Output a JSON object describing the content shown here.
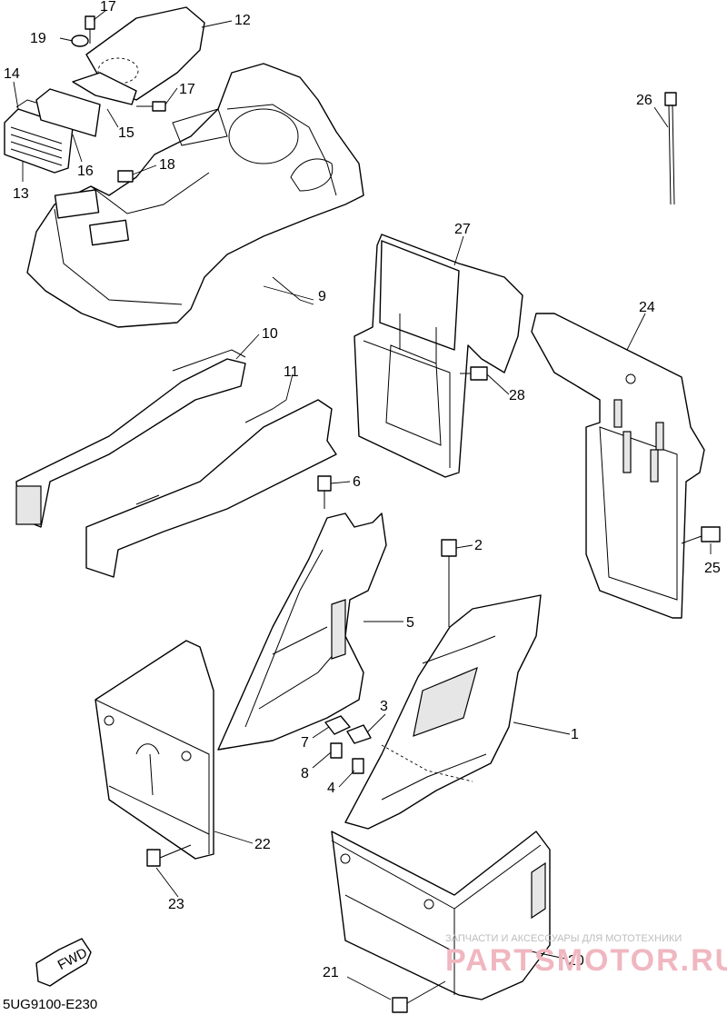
{
  "diagram": {
    "reference_code": "5UG9100-E230",
    "direction_label": "FWD",
    "watermark": {
      "tagline": "ЗАПЧАСТИ И АКСЕССУАРЫ ДЛЯ МОТОТЕХНИКИ",
      "brand": "PARTSMOTOR.RU"
    },
    "callouts": {
      "c1": "1",
      "c2": "2",
      "c3": "3",
      "c4": "4",
      "c5": "5",
      "c6": "6",
      "c7": "7",
      "c8": "8",
      "c9": "9",
      "c10": "10",
      "c11": "11",
      "c12": "12",
      "c13": "13",
      "c14": "14",
      "c15": "15",
      "c16": "16",
      "c17a": "17",
      "c17b": "17",
      "c18": "18",
      "c19": "19",
      "c20": "20",
      "c21": "21",
      "c22": "22",
      "c23": "23",
      "c24": "24",
      "c25": "25",
      "c26": "26",
      "c27": "27",
      "c28": "28"
    }
  }
}
